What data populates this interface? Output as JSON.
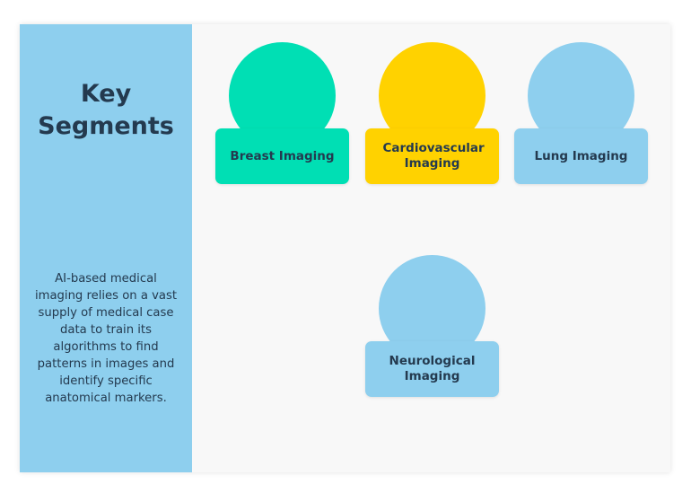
{
  "sidebar": {
    "title": "Key Segments",
    "description": "AI-based medical imaging relies on a vast supply of medical case data to train its algorithms to find patterns in images and identify specific anatomical markers."
  },
  "segments": [
    {
      "label": "Breast Imaging",
      "color": "#00dfb4"
    },
    {
      "label": "Cardiovascular Imaging",
      "color": "#ffd200"
    },
    {
      "label": "Lung Imaging",
      "color": "#8ecfee"
    },
    {
      "label": "Neurological Imaging",
      "color": "#8ecfee"
    }
  ]
}
